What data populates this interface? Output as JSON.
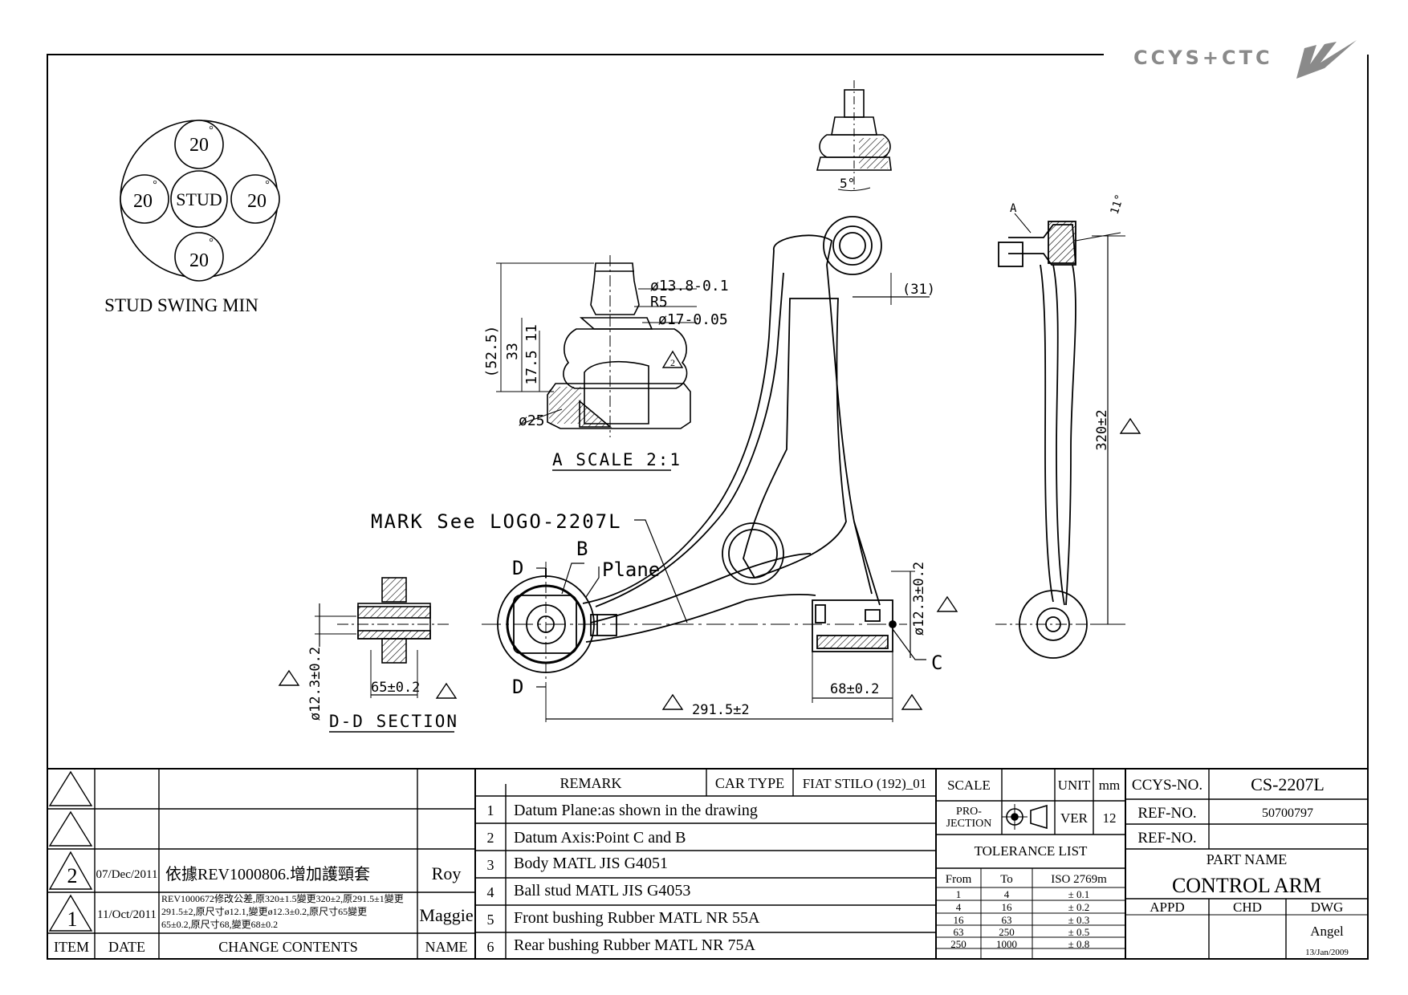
{
  "logo": {
    "text": "CCYS+CTC"
  },
  "swing": {
    "top": "20",
    "left": "20",
    "center": "STUD",
    "right": "20",
    "bottom": "20",
    "degree": "°",
    "caption": "STUD SWING MIN"
  },
  "detail_a": {
    "dia_13_8": "ø13.8-0.1",
    "r5": "R5",
    "dia_17": "ø17-0.05",
    "d52_5": "(52.5)",
    "d33": "33",
    "d17_5": "17.5",
    "d11": "11",
    "dia_25": "ø25",
    "marker": "2",
    "caption": "A SCALE 2:1"
  },
  "top_view": {
    "angle": "5°"
  },
  "side_view": {
    "label_a": "A",
    "angle": "11°",
    "length": "320±2"
  },
  "main_view": {
    "mark": "MARK See LOGO-2207L",
    "label_b": "B",
    "plane": "Plane",
    "label_d_top": "D",
    "label_d_bottom": "D",
    "d31": "(31)",
    "dia_12_3": "ø12.3±0.2",
    "label_c": "C",
    "d68": "68±0.2",
    "d291": "291.5±2"
  },
  "dd_section": {
    "dia": "ø12.3±0.2",
    "width": "65±0.2",
    "caption": "D-D SECTION"
  },
  "revisions": {
    "rows": [
      {
        "item": "",
        "date": "",
        "content": "",
        "name": ""
      },
      {
        "item": "",
        "date": "",
        "content": "",
        "name": ""
      },
      {
        "item": "2",
        "date": "07/Dec/2011",
        "content": "依據REV1000806.增加護頸套",
        "name": "Roy"
      },
      {
        "item": "1",
        "date": "11/Oct/2011",
        "content_lines": [
          "REV1000672修改公差,原320±1.5變更320±2,原291.5±1變更",
          "291.5±2,原尺寸ø12.1,變更ø12.3±0.2,原尺寸65變更",
          "65±0.2,原尺寸68,變更68±0.2"
        ],
        "name": "Maggie"
      }
    ],
    "headers": {
      "item": "ITEM",
      "date": "DATE",
      "content": "CHANGE CONTENTS",
      "name": "NAME"
    }
  },
  "remarks": {
    "header": "REMARK",
    "car_type_label": "CAR TYPE",
    "car_type": "FIAT STILO (192)_01",
    "items": [
      {
        "n": "1",
        "text": "Datum Plane:as shown in the drawing"
      },
      {
        "n": "2",
        "text": "Datum Axis:Point C and B"
      },
      {
        "n": "3",
        "text": "Body MATL JIS G4051"
      },
      {
        "n": "4",
        "text": "Ball stud MATL JIS G4053"
      },
      {
        "n": "5",
        "text": "Front bushing Rubber MATL NR 55A"
      },
      {
        "n": "6",
        "text": "Rear bushing Rubber MATL NR 75A"
      }
    ]
  },
  "info": {
    "scale_label": "SCALE",
    "scale": "",
    "unit_label": "UNIT",
    "unit": "mm",
    "projection_label_1": "PRO-",
    "projection_label_2": "JECTION",
    "ver_label": "VER",
    "ver": "12",
    "tolerance_title": "TOLERANCE LIST",
    "tol_headers": {
      "from": "From",
      "to": "To",
      "iso": "ISO 2769m"
    },
    "tolerances": [
      {
        "from": "1",
        "to": "4",
        "tol": "± 0.1"
      },
      {
        "from": "4",
        "to": "16",
        "tol": "± 0.2"
      },
      {
        "from": "16",
        "to": "63",
        "tol": "± 0.3"
      },
      {
        "from": "63",
        "to": "250",
        "tol": "± 0.5"
      },
      {
        "from": "250",
        "to": "1000",
        "tol": "± 0.8"
      }
    ],
    "ccys_no_label": "CCYS-NO.",
    "ccys_no": "CS-2207L",
    "ref_no_label": "REF-NO.",
    "ref_no": "50700797",
    "ref_no_label_2": "REF-NO.",
    "ref_no_2": "",
    "part_name_label": "PART NAME",
    "part_name": "CONTROL ARM",
    "appd": "APPD",
    "chd": "CHD",
    "dwg": "DWG",
    "drawer": "Angel",
    "draw_date": "13/Jan/2009"
  },
  "colors": {
    "ink": "#000000",
    "logo": "#8a8a8a",
    "hatch": "#000000"
  }
}
